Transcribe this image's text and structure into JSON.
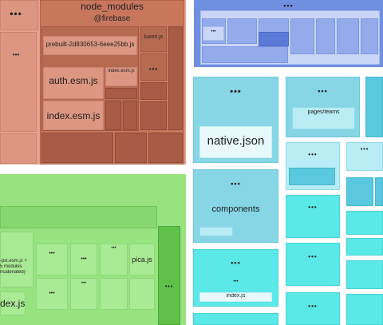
{
  "colors": {
    "orange_group": "#e9a18c",
    "blue_group": "#6f8fe0",
    "green_group": "#97e380",
    "teal_group": "#86d6e6",
    "cyan_group": "#5be8e8"
  },
  "ellipsis": "•••",
  "orange": {
    "title": "node_modules",
    "scope": "@firebase",
    "prebuilt": "prebuilt-2d830653-6eee25bb.js",
    "luxon": "luxon.js",
    "auth": "auth.esm.js",
    "index_esm_small": "index.esm.js",
    "index_esm": "index.esm.js"
  },
  "green": {
    "pica": "pica.js",
    "pix_line1": "-pix.esm.js +",
    "pix_line2": "5 modules",
    "pix_line3": "ncatenated)",
    "index": "dex.js"
  },
  "teal": {
    "native_json": "native.json",
    "pages_teams": "pages/teams",
    "components": "components",
    "index_js": "index.js"
  }
}
